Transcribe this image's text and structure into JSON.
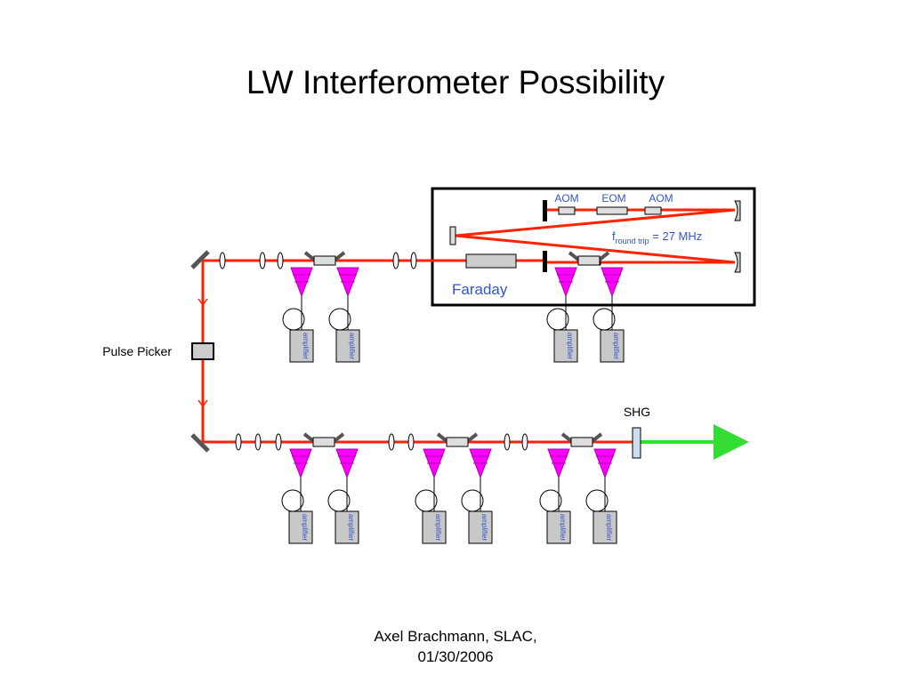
{
  "title": "LW Interferometer Possibility",
  "labels": {
    "pulse_picker": "Pulse Picker",
    "shg": "SHG"
  },
  "inset": {
    "aom_1": "AOM",
    "eom": "EOM",
    "aom_2": "AOM",
    "f_symbol": "f",
    "f_subscript": "round trip",
    "f_value": " = 27 MHz",
    "faraday": "Faraday"
  },
  "amp_box_text": "amplifier",
  "footer": {
    "line1": "Axel Brachmann, SLAC,",
    "line2": "01/30/2006"
  },
  "colors": {
    "beam_red": "#ff2200",
    "beam_green": "#33dd33",
    "pump_magenta": "#ff00ff",
    "inset_text_blue": "#3355cc",
    "component_gray": "#cccccc"
  }
}
